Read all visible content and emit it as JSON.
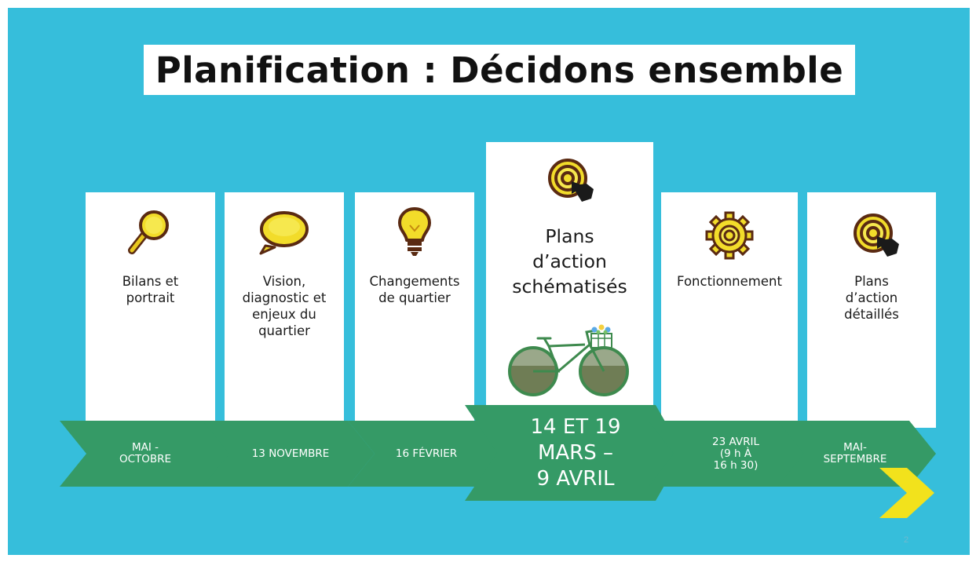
{
  "slide": {
    "title": "Planification : Décidons ensemble",
    "page_number": "2",
    "colors": {
      "background": "#36BEDB",
      "chevron": "#359A66",
      "card": "#FFFFFF",
      "arrow": "#F2E21C"
    }
  },
  "stages": [
    {
      "label": "Bilans et\nportrait",
      "icon": "magnifier-icon",
      "date": "MAI -\nOCTOBRE"
    },
    {
      "label": "Vision,\ndiagnostic et\nenjeux du\nquartier",
      "icon": "speech-bubble-icon",
      "date": "13 NOVEMBRE"
    },
    {
      "label": "Changements\nde quartier",
      "icon": "lightbulb-icon",
      "date": "16 FÉVRIER"
    },
    {
      "label": "Plans\nd’action\nschématisés",
      "icon": "target-click-icon",
      "illustration": "bicycle-illustration",
      "date": "14 ET 19\nMARS –\n9 AVRIL"
    },
    {
      "label": "Fonctionnement",
      "icon": "gear-icon",
      "date": "23 AVRIL\n(9 h  À\n16 h 30)"
    },
    {
      "label": "Plans\nd’action\ndétaillés",
      "icon": "target-click-icon",
      "date": "MAI-\nSEPTEMBRE"
    }
  ]
}
